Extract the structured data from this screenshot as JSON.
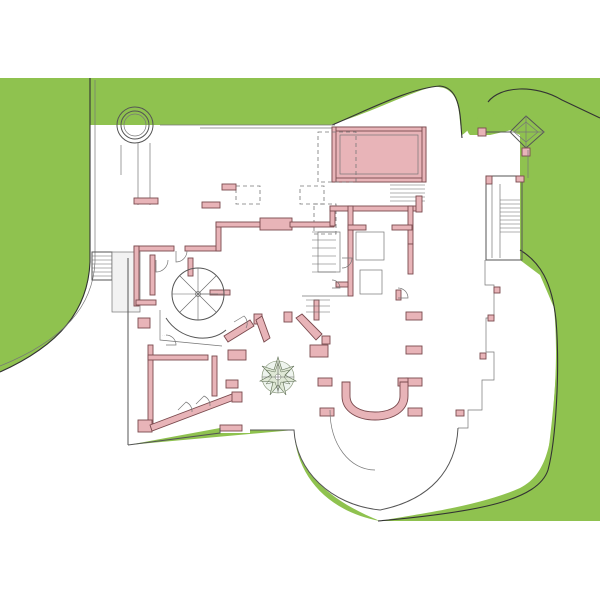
{
  "diagram": {
    "type": "architectural-floor-plan",
    "colors": {
      "lawn": "#8fc24f",
      "paper": "#ffffff",
      "wall_fill": "#e8b4b8",
      "wall_stroke": "#7a4a4e",
      "line": "#555555"
    },
    "features": [
      "lawn-west",
      "lawn-north",
      "lawn-east",
      "round-garden-feature",
      "terrace-pergola",
      "gazebo",
      "spiral-staircase",
      "star-paving-rosette",
      "apse-bay",
      "terrace"
    ]
  }
}
